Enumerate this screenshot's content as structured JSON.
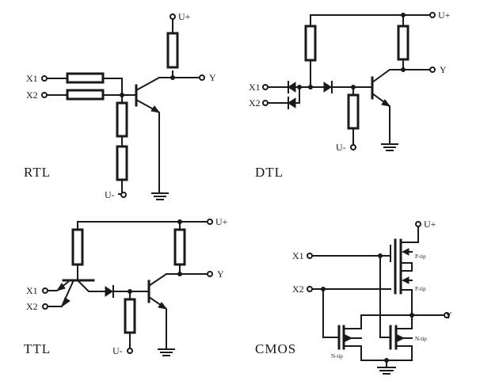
{
  "rtl": {
    "title": "RTL",
    "in1": "X1",
    "in2": "X2",
    "out": "Y",
    "vcc": "U+",
    "vee": "U-"
  },
  "dtl": {
    "title": "DTL",
    "in1": "X1",
    "in2": "X2",
    "out": "Y",
    "vcc": "U+",
    "vee": "U-"
  },
  "ttl": {
    "title": "TTL",
    "in1": "X1",
    "in2": "X2",
    "out": "Y",
    "vcc": "U+",
    "vee": "U-"
  },
  "cmos": {
    "title": "CMOS",
    "in1": "X1",
    "in2": "X2",
    "out": "Y",
    "vcc": "U+",
    "p1": "P-tip",
    "p2": "P-tip",
    "n1": "N-tip",
    "n2": "N-tip"
  }
}
